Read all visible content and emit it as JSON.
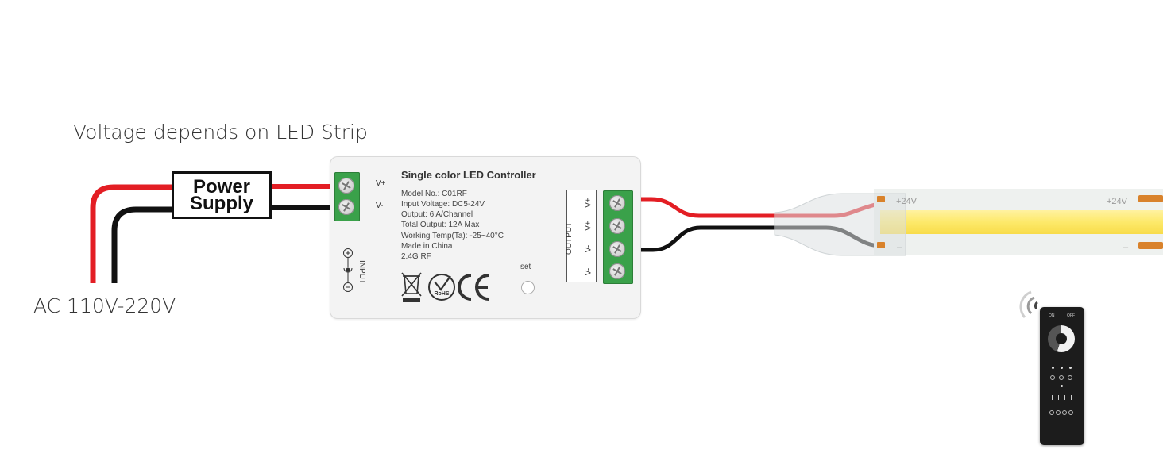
{
  "captions": {
    "voltage_note": "Voltage depends on LED Strip",
    "ac_input": "AC 110V-220V"
  },
  "power_supply": {
    "line1": "Power",
    "line2": "Supply"
  },
  "controller": {
    "title": "Single color LED Controller",
    "specs": [
      "Model No.: C01RF",
      "Input Voltage: DC5-24V",
      "Output: 6 A/Channel",
      "Total Output: 12A Max",
      "Working Temp(Ta): -25~40°C",
      "Made in China",
      "2.4G RF"
    ],
    "input_terminals": [
      "V+",
      "V-"
    ],
    "input_word": "INPUT",
    "output_word": "OUTPUT",
    "output_terminals": [
      "V+",
      "V+",
      "V-",
      "V-"
    ],
    "set_label": "set",
    "cert_icons": [
      "weee-bin-icon",
      "rohs-icon",
      "ce-icon"
    ],
    "rohs_text": "RoHS",
    "ce_text": "CE"
  },
  "led_strip": {
    "labels": [
      "+24V",
      "+24V",
      "–",
      "–"
    ]
  },
  "remote": {
    "on_label": "ON",
    "off_label": "OFF"
  },
  "colors": {
    "wire_red": "#e31e24",
    "wire_black": "#111111",
    "terminal_green": "#3aa14a",
    "led_yellow": "#fde96a",
    "solder_pad": "#d9822b"
  }
}
